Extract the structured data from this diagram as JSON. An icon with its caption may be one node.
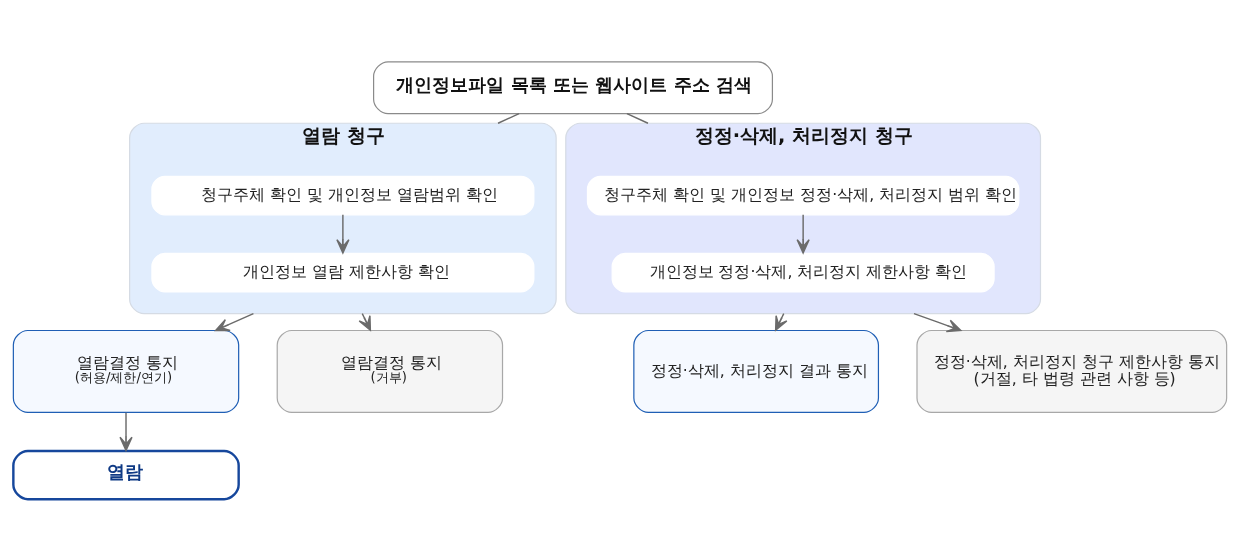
{
  "diagram": {
    "nodes": [
      {
        "text": [
          "개인정보파일 목록 또는 웹사이트 주소 검색"
        ]
      },
      {
        "text": [
          "열람 청구"
        ]
      },
      {
        "text": [
          "청구주체 확인 및 개인정보 열람범위 확인"
        ],
        "in": 1
      },
      {
        "text": [
          "개인정보 열람 제한사항 확인"
        ],
        "in": 1
      },
      {
        "text": [
          "정정·삭제, 처리정지 청구"
        ]
      },
      {
        "text": [
          "청구주체 확인 및 개인정보 정정·삭제, 처리정지 범위 확인"
        ],
        "in": 4
      },
      {
        "text": [
          "개인정보 정정·삭제, 처리정지 제한사항 확인"
        ],
        "in": 4
      },
      {
        "text": [
          "열람결정 통지",
          "(허용/제한/연기)"
        ]
      },
      {
        "text": [
          "열람결정 통지",
          "(거부)"
        ]
      },
      {
        "text": [
          "열람"
        ]
      },
      {
        "text": [
          "정정·삭제, 처리정지 결과 통지"
        ]
      },
      {
        "text": [
          "정정·삭제, 처리정지 청구 제한사항 통지",
          "(거절, 타 법령 관련 사항 등)"
        ]
      }
    ],
    "edges": [
      {
        "from": 0,
        "to": 1,
        "arrow": "none"
      },
      {
        "from": 0,
        "to": 4,
        "arrow": "none"
      },
      {
        "from": 2,
        "to": 3,
        "arrow": "to"
      },
      {
        "from": 5,
        "to": 6,
        "arrow": "to"
      },
      {
        "from": 1,
        "to": 7,
        "arrow": "to"
      },
      {
        "from": 1,
        "to": 8,
        "arrow": "to"
      },
      {
        "from": 4,
        "to": 10,
        "arrow": "to"
      },
      {
        "from": 4,
        "to": 11,
        "arrow": "to"
      },
      {
        "from": 7,
        "to": 9,
        "arrow": "to"
      }
    ]
  }
}
